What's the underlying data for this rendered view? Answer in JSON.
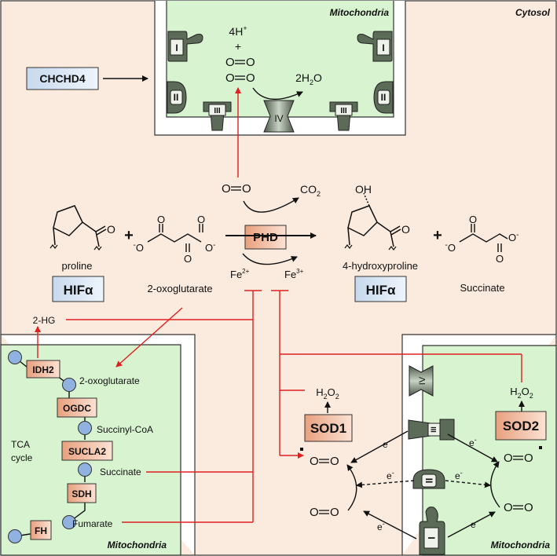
{
  "regions": {
    "cytosol": "Cytosol",
    "mito_top": "Mitochondria",
    "mito_bottom_left": "Mitochondria",
    "mito_bottom_right": "Mitochondria"
  },
  "complexes": {
    "one": "I",
    "two": "II",
    "three": "III",
    "four": "IV"
  },
  "boxes": {
    "chchd4": "CHCHD4",
    "phd": "PHD",
    "hif_left": "HIFα",
    "hif_right": "HIFα",
    "sod1": "SOD1",
    "sod2": "SOD2",
    "idh2": "IDH2",
    "ogdc": "OGDC",
    "sucla2": "SUCLA2",
    "sdh": "SDH",
    "fh": "FH"
  },
  "molecules": {
    "four_h": "4H",
    "plus": "+",
    "plus_left": "+",
    "plus_right": "+",
    "two_h2o": "2H",
    "h2o_o": "O",
    "co2": "CO",
    "o_atom": "O",
    "proline": "proline",
    "oxoglutarate": "2-oxoglutarate",
    "hydroxyproline": "4-hydroxyproline",
    "succinate": "Succinate",
    "fe2": "Fe",
    "fe3": "Fe",
    "two_hg": "2-HG",
    "h2o2_left": "H",
    "h2o2_right": "H",
    "oh": "OH"
  },
  "superscripts": {
    "h_plus": "+",
    "fe2": "2+",
    "fe3": "3+",
    "o_minus": "-"
  },
  "subscripts": {
    "two": "2"
  },
  "tca": {
    "label_line1": "TCA",
    "label_line2": "cycle",
    "oxoglutarate": "2-oxoglutarate",
    "succinyl_coa": "Succinyl-CoA",
    "succinate": "Succinate",
    "fumarate": "Fumarate"
  },
  "electrons": {
    "e1": "e",
    "e2": "e",
    "e3": "e",
    "e4": "e",
    "e5": "e",
    "e6": "e",
    "minus": "-"
  },
  "colors": {
    "cytosol_bg": "#fbeade",
    "mito_bg": "#d7f3cf",
    "inhibit_red": "#e02020",
    "oxygen_blue": "#1a72c8",
    "oxygen_green": "#3aa84a",
    "hif_box": "#dce8f5",
    "enzyme_box": "#f0b79a"
  }
}
